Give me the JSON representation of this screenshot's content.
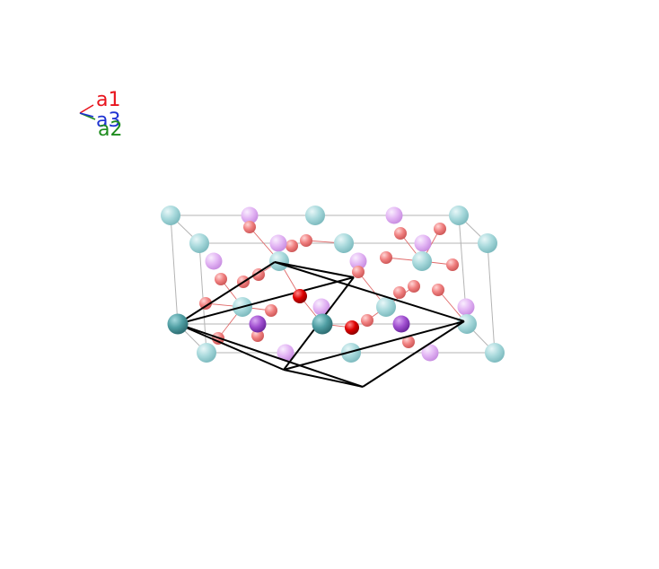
{
  "axes": {
    "a1": {
      "label": "a1",
      "color": "#e8141e"
    },
    "a2": {
      "label": "a2",
      "color": "#1e8c1e"
    },
    "a3": {
      "label": "a3",
      "color": "#1e32d2"
    }
  },
  "colors": {
    "cell_edge": "#b4b4b4",
    "primitive_edge": "#000000",
    "bond": "#e06a6a",
    "atom_teal_light": "#a8d9dc",
    "atom_teal_dark": "#4f9ea3",
    "atom_violet_light": "#e3b6f4",
    "atom_violet_dark": "#a04fd0",
    "atom_red_light": "#f08080",
    "atom_red_dark": "#dd0000"
  },
  "icons": [
    "axis-triad-icon"
  ]
}
